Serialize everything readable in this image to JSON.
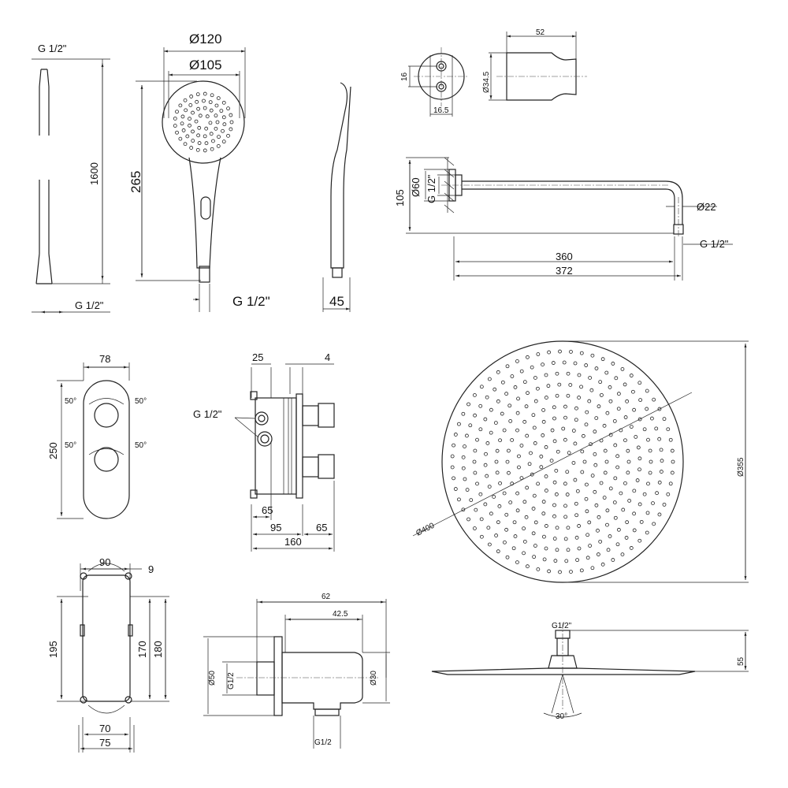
{
  "hose": {
    "top_thread": "G 1/2\"",
    "length": "1600",
    "bottom_thread": "G 1/2\""
  },
  "hand_shower": {
    "outer_diameter": "Ø120",
    "face_diameter": "Ø105",
    "length": "265",
    "thread": "G 1/2\"",
    "depth": "45"
  },
  "holder": {
    "hole_spacing": "16",
    "diameter": "Ø34.5",
    "width": "16.5",
    "length": "52"
  },
  "shower_arm": {
    "flange_diameter": "Ø60",
    "wall_thread": "G 1/2\"",
    "height": "105",
    "pipe_diameter": "Ø22",
    "outlet_thread": "G 1/2\"",
    "reach_inner": "360",
    "reach_total": "372"
  },
  "control_panel": {
    "width": "78",
    "height": "250",
    "angle_tl": "50°",
    "angle_tr": "50°",
    "angle_bl": "50°",
    "angle_br": "50°"
  },
  "valve_body": {
    "dim_top_left": "25",
    "dim_top_right": "4",
    "thread": "G 1/2\"",
    "dim_65_inner": "65",
    "dim_95": "95",
    "dim_65_outer": "65",
    "dim_160": "160"
  },
  "rain_shower": {
    "outer_diameter": "Ø400",
    "spray_diameter": "Ø355",
    "thread": "G1/2\"",
    "height": "55",
    "spray_angle": "30°"
  },
  "mount_box": {
    "width": "90",
    "offset": "9",
    "height_outer": "195",
    "height_inner": "170",
    "height_mid": "180",
    "bottom_inner": "70",
    "bottom_outer": "75"
  },
  "wall_outlet": {
    "length": "62",
    "body_length": "42.5",
    "flange_diameter": "Ø50",
    "inlet_thread": "G1/2",
    "body_diameter": "Ø30",
    "outlet_thread": "G1/2"
  }
}
